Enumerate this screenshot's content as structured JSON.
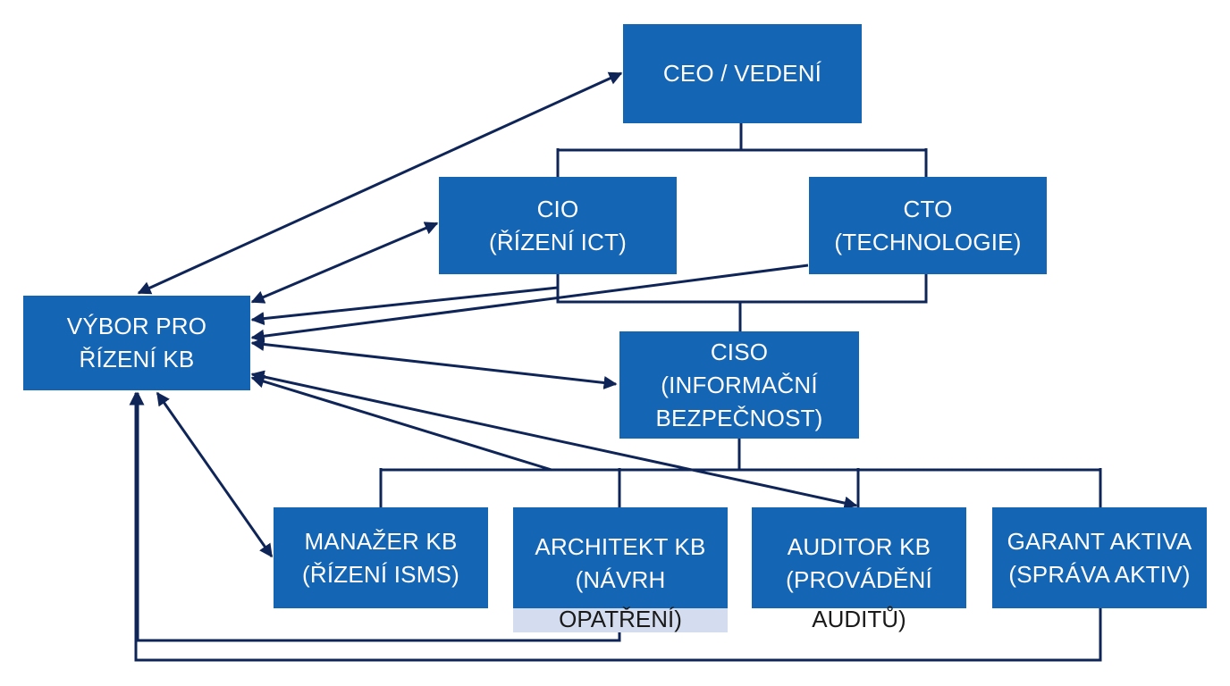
{
  "colors": {
    "box_fill": "#1565b5",
    "line": "#0f2557",
    "overflow_band": "#d3ddef"
  },
  "nodes": {
    "ceo": {
      "line1": "CEO / VEDENÍ"
    },
    "cio": {
      "line1": "CIO",
      "line2": "(ŘÍZENÍ ICT)"
    },
    "cto": {
      "line1": "CTO",
      "line2": "(TECHNOLOGIE)"
    },
    "vybor": {
      "line1": "VÝBOR PRO",
      "line2": "ŘÍZENÍ KB"
    },
    "ciso": {
      "line1": "CISO",
      "line2": "(INFORMAČNÍ",
      "line3": "BEZPEČNOST)"
    },
    "manazer": {
      "line1": "MANAŽER KB",
      "line2": "(ŘÍZENÍ ISMS)"
    },
    "architekt": {
      "line1": "ARCHITEKT KB",
      "line2": "(NÁVRH",
      "line3": "OPATŘENÍ)"
    },
    "auditor": {
      "line1": "AUDITOR KB",
      "line2": "(PROVÁDĚNÍ",
      "line3": "AUDITŮ)"
    },
    "garant": {
      "line1": "GARANT AKTIVA",
      "line2": "(SPRÁVA AKTIV)"
    }
  }
}
